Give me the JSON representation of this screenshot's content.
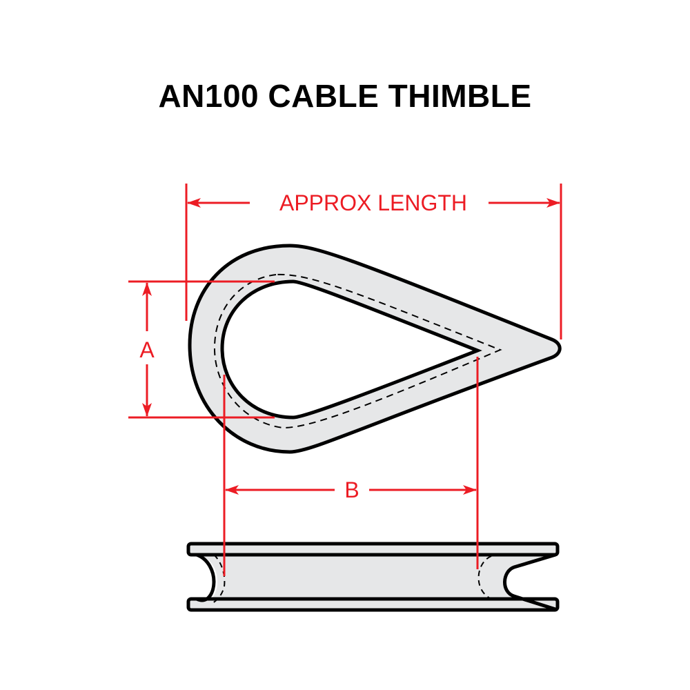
{
  "title": "AN100 CABLE THIMBLE",
  "dimensions": {
    "length_label": "APPROX LENGTH",
    "a_label": "A",
    "b_label": "B"
  },
  "colors": {
    "dimension": "#ec1c24",
    "outline": "#000000",
    "fill": "#e6e7e8",
    "background": "#ffffff"
  },
  "views": [
    "top-view-teardrop",
    "side-view-profile"
  ]
}
